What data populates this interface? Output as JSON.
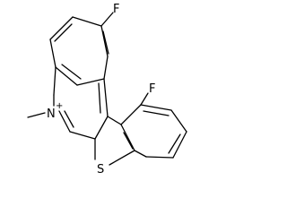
{
  "molecule": {
    "atoms": {
      "fluorine_top": "F",
      "fluorine_right": "F",
      "nitrogen": "N",
      "nitrogen_charge": "+",
      "sulfur": "S"
    }
  }
}
